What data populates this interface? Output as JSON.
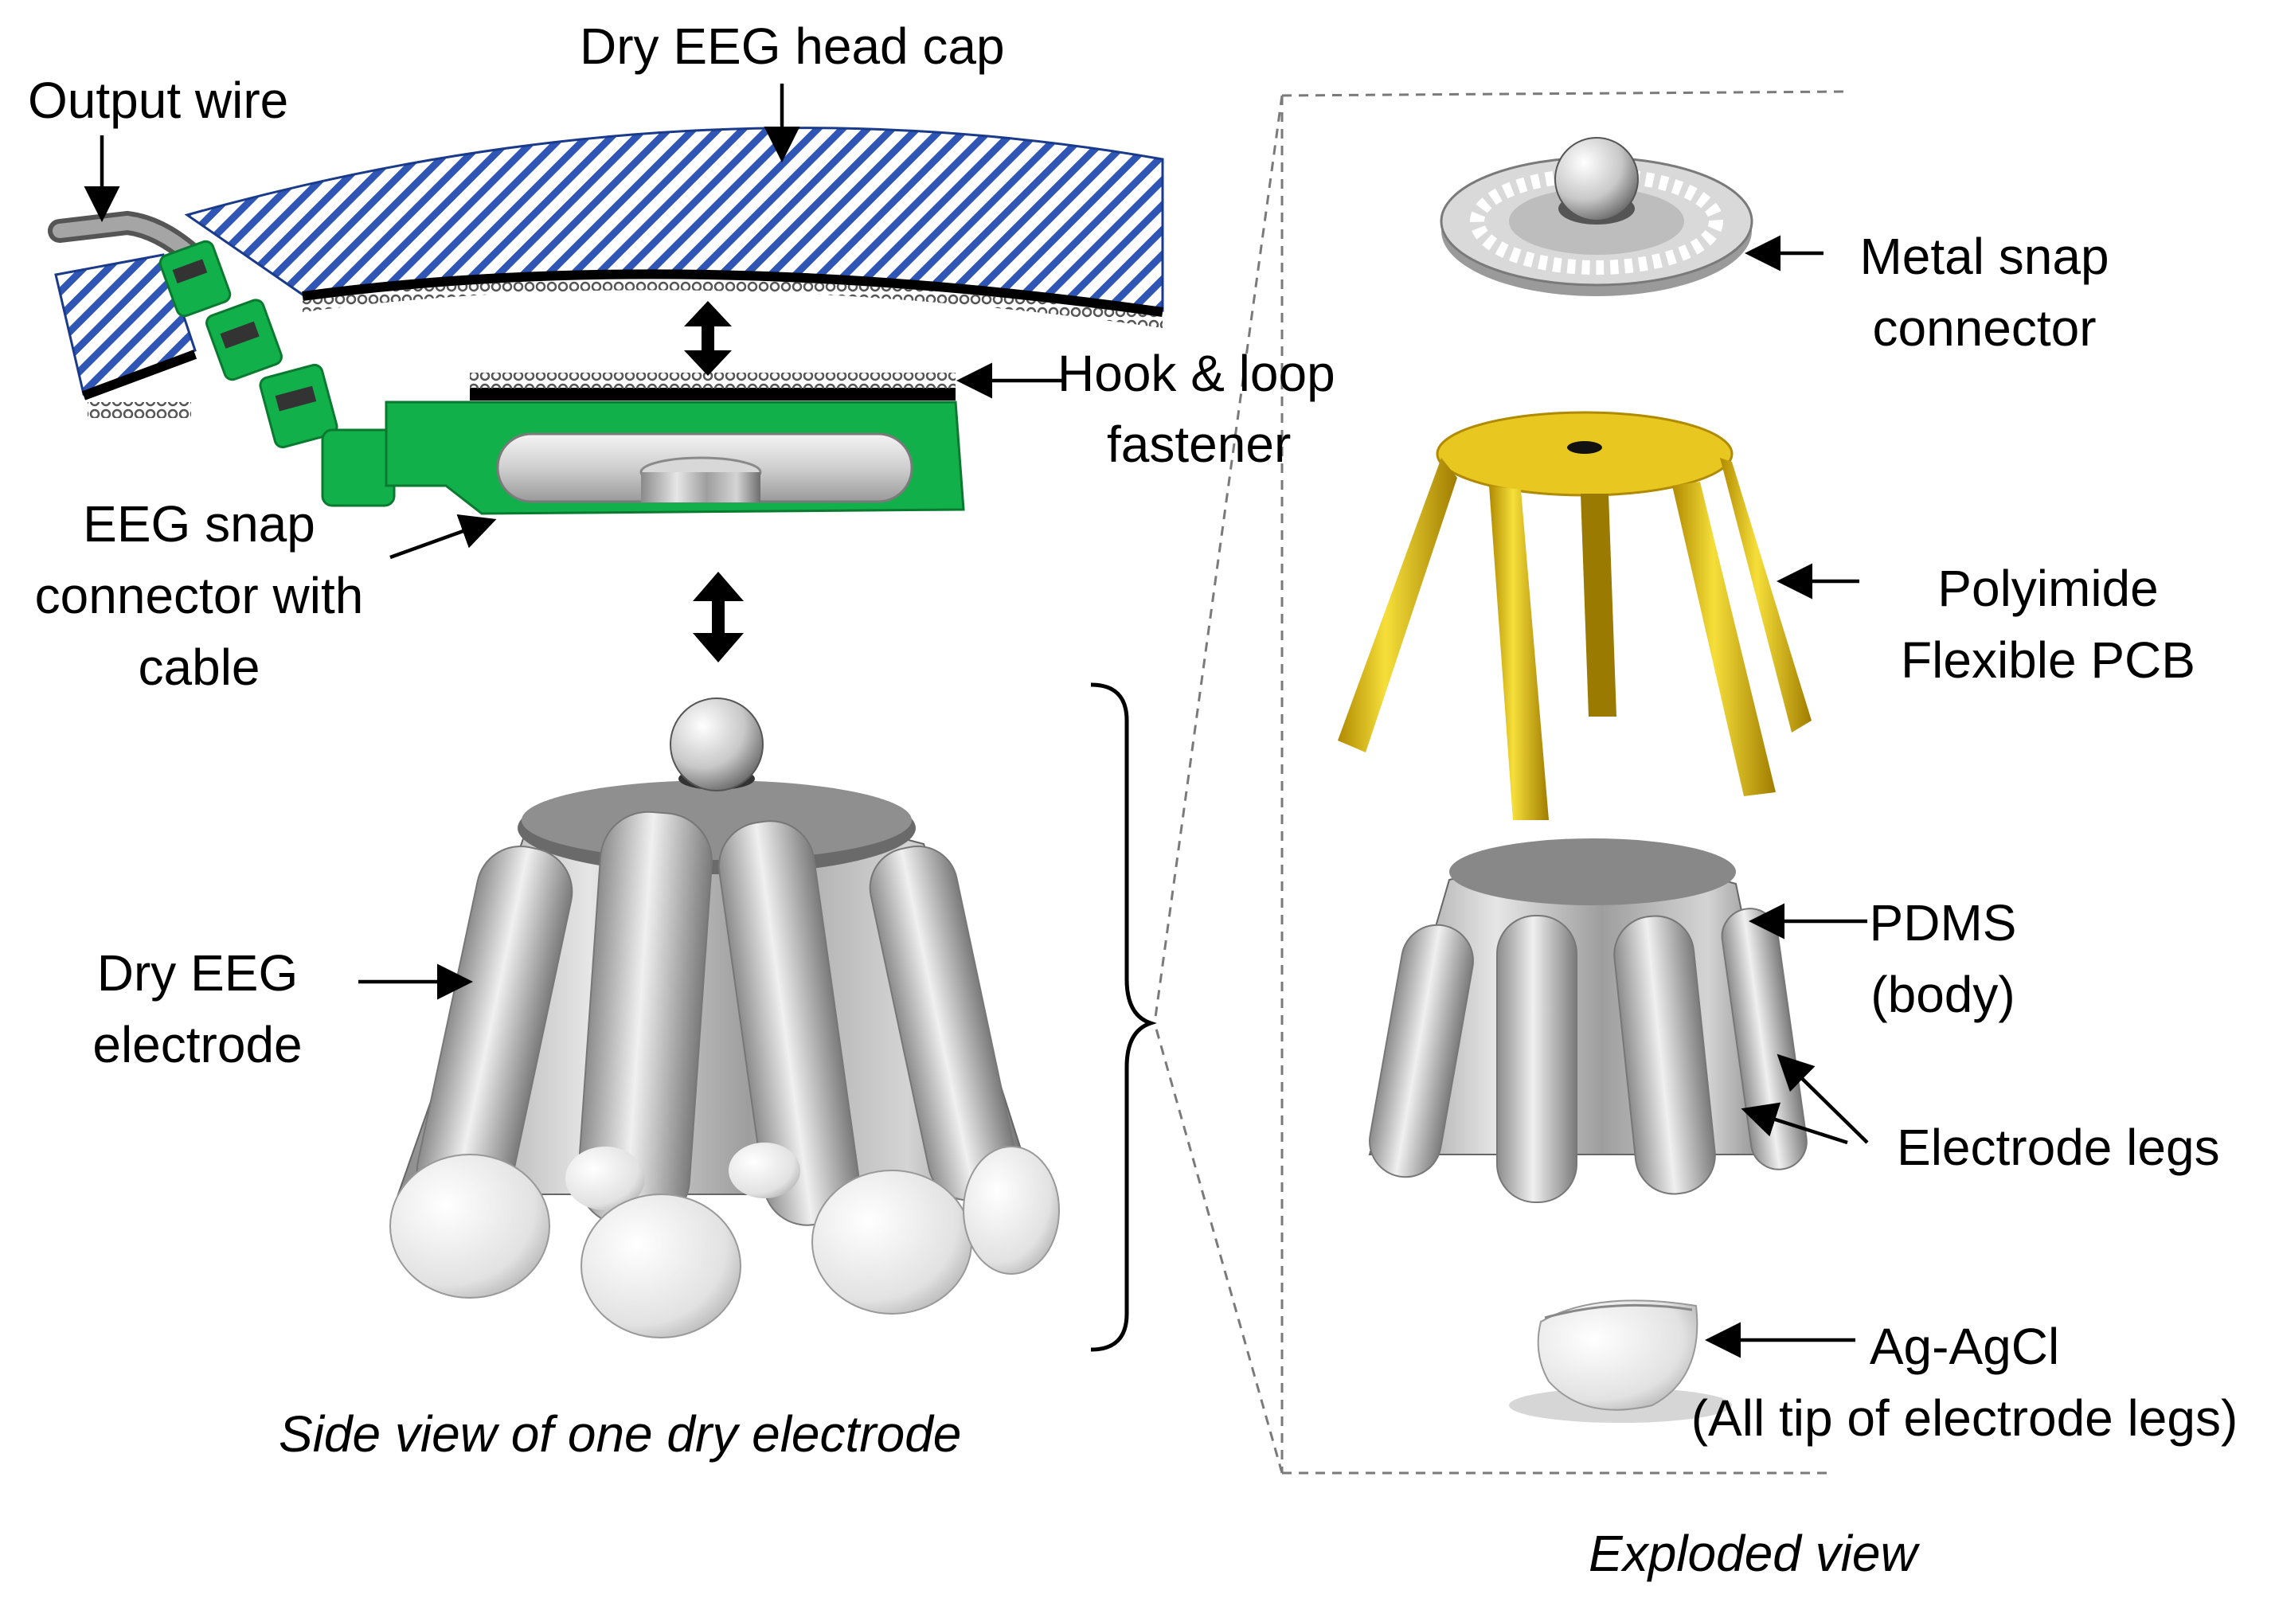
{
  "labels": {
    "head_cap": "Dry EEG head cap",
    "output_wire": "Output wire",
    "hook_loop_1": "Hook & loop",
    "hook_loop_2": "fastener",
    "snap_conn_1": "EEG snap",
    "snap_conn_2": "connector with",
    "snap_conn_3": "cable",
    "dry_electrode_1": "Dry EEG",
    "dry_electrode_2": "electrode",
    "side_view": "Side view of one dry electrode",
    "metal_snap_1": "Metal snap",
    "metal_snap_2": "connector",
    "polyimide_1": "Polyimide",
    "polyimide_2": "Flexible PCB",
    "pdms_1": "PDMS",
    "pdms_2": "(body)",
    "legs": "Electrode legs",
    "agcl_1": "Ag-AgCl",
    "agcl_2": "(All tip of electrode legs)",
    "exploded_view": "Exploded view"
  },
  "colors": {
    "cap_stripe": "#2f55b5",
    "snap_green": "#12b04a",
    "pcb_gold": "#e3c21a",
    "metal_gray": "#b5b5b5"
  }
}
